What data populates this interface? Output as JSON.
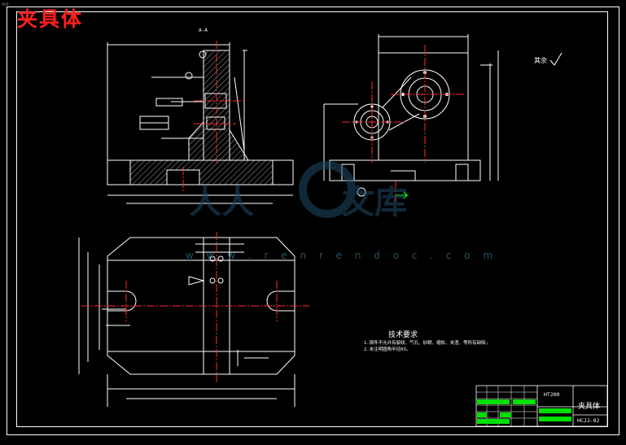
{
  "drawing": {
    "title": "夹具体",
    "corner_label": "◇◇",
    "section_label": "A-A",
    "roughness_note": "其余",
    "watermark_site": "w w w . r e n r e n d o c . c o m"
  },
  "tech_requirements": {
    "heading": "技术要求",
    "items": [
      "1.铸件不允许有裂纹、气孔、砂眼、缩松、夹渣、等所有缺陷;",
      "2.未注明圆角半径R3。"
    ]
  },
  "title_block": {
    "material": "HT200",
    "part_name": "夹具体",
    "drawing_no": "HCJJ-02"
  },
  "colors": {
    "background": "#000000",
    "line": "#ffffff",
    "center_line": "#ff2a2a",
    "hatch": "#cccccc",
    "title_red": "#ff2020",
    "table_green": "#00e000",
    "watermark": "#1e4a66"
  }
}
